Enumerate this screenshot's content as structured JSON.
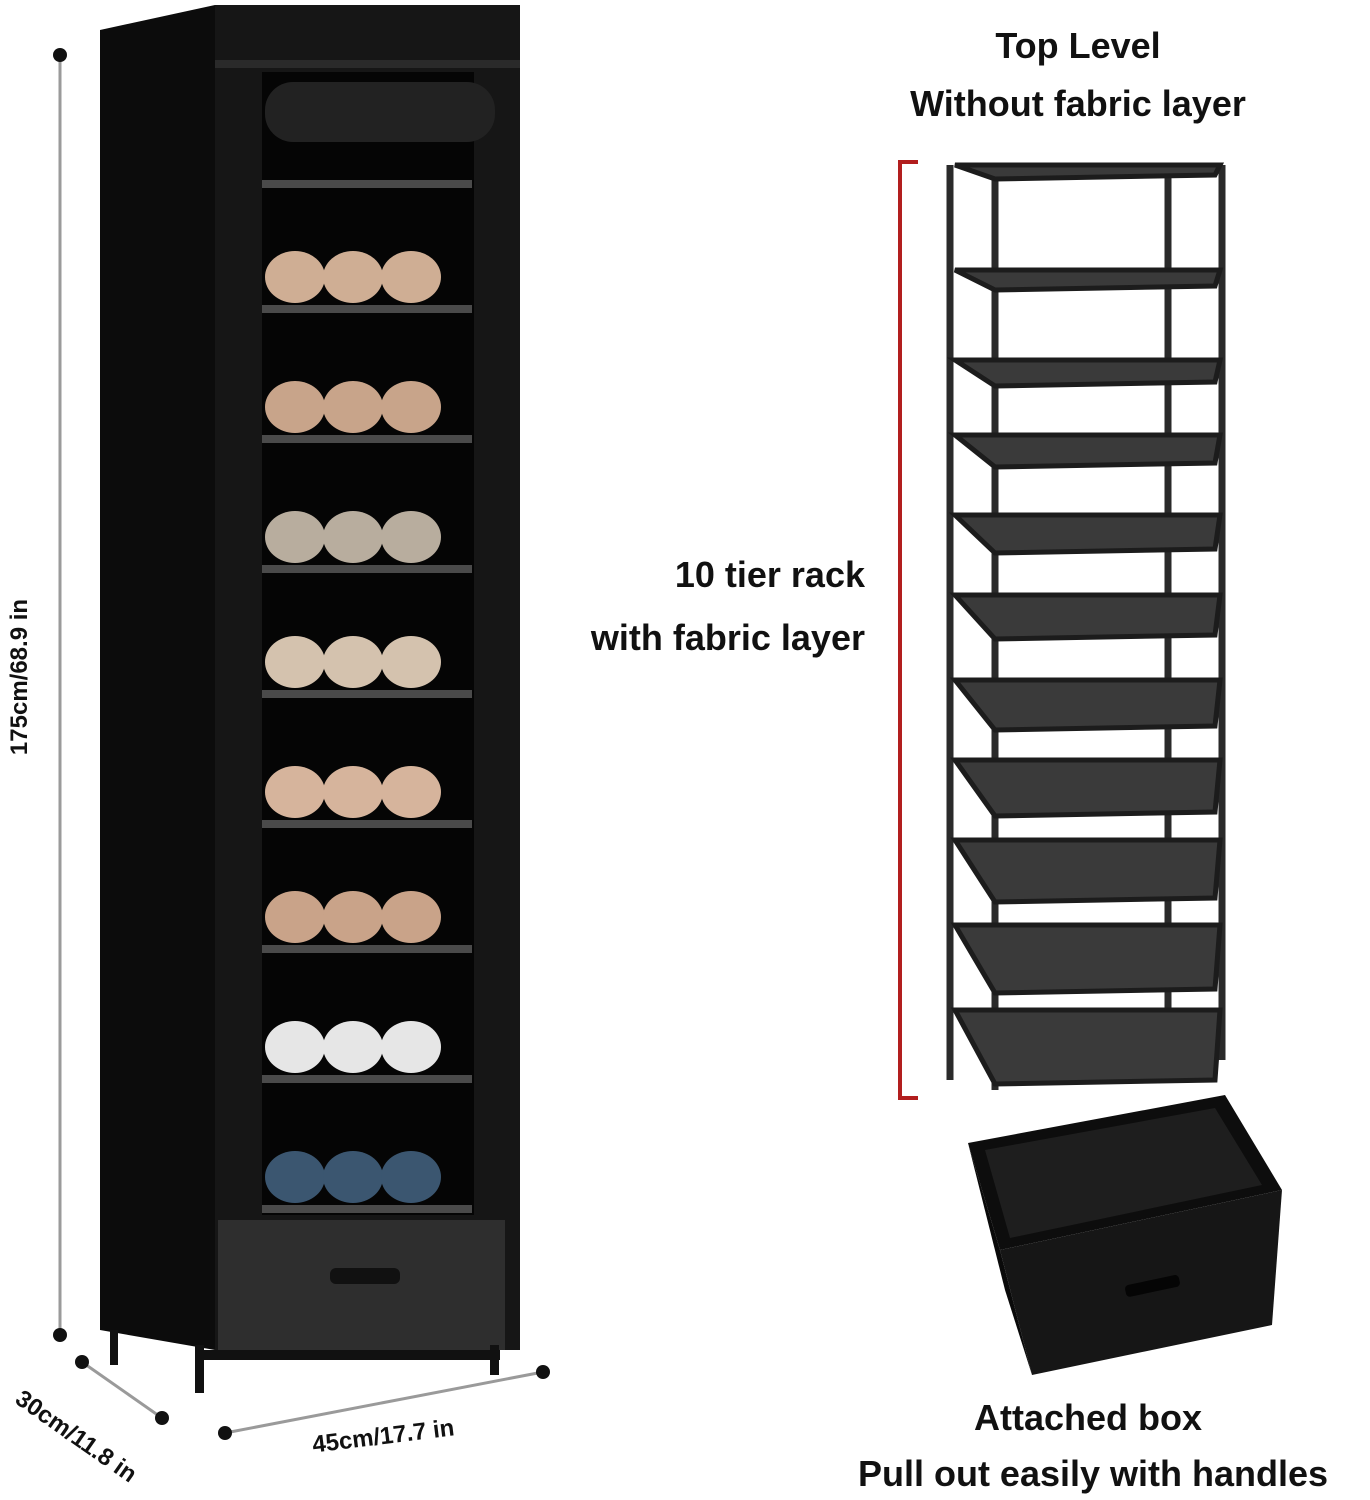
{
  "labels": {
    "top_level": "Top Level",
    "without_fabric": "Without fabric layer",
    "tier_rack": "10 tier rack",
    "with_fabric": "with fabric layer",
    "attached_box": "Attached box",
    "pull_out": "Pull out easily with handles"
  },
  "dimensions": {
    "height": "175cm/68.9 in",
    "depth": "30cm/11.8 in",
    "width": "45cm/17.7 in"
  },
  "colors": {
    "cabinet": "#141414",
    "rack": "#2a2a2a",
    "bracket": "#b21e1e",
    "dimension_line": "#9a9a9a"
  }
}
